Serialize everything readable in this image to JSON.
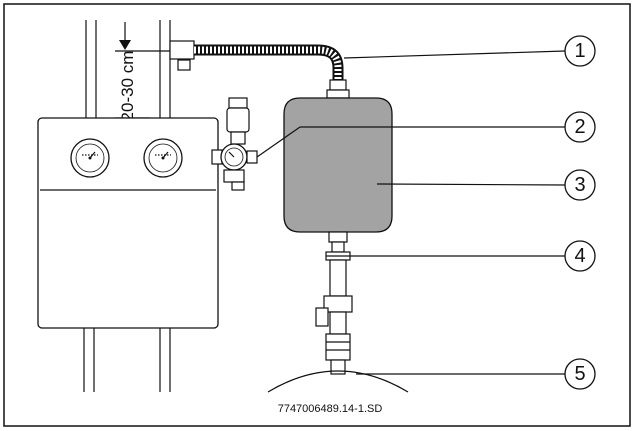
{
  "dimension_label": "20-30 cm",
  "callouts": [
    "1",
    "2",
    "3",
    "4",
    "5"
  ],
  "figure_code": "7747006489.14-1.SD",
  "colors": {
    "line": "#111111",
    "vessel_fill": "#a3a3a3",
    "background": "#ffffff"
  }
}
